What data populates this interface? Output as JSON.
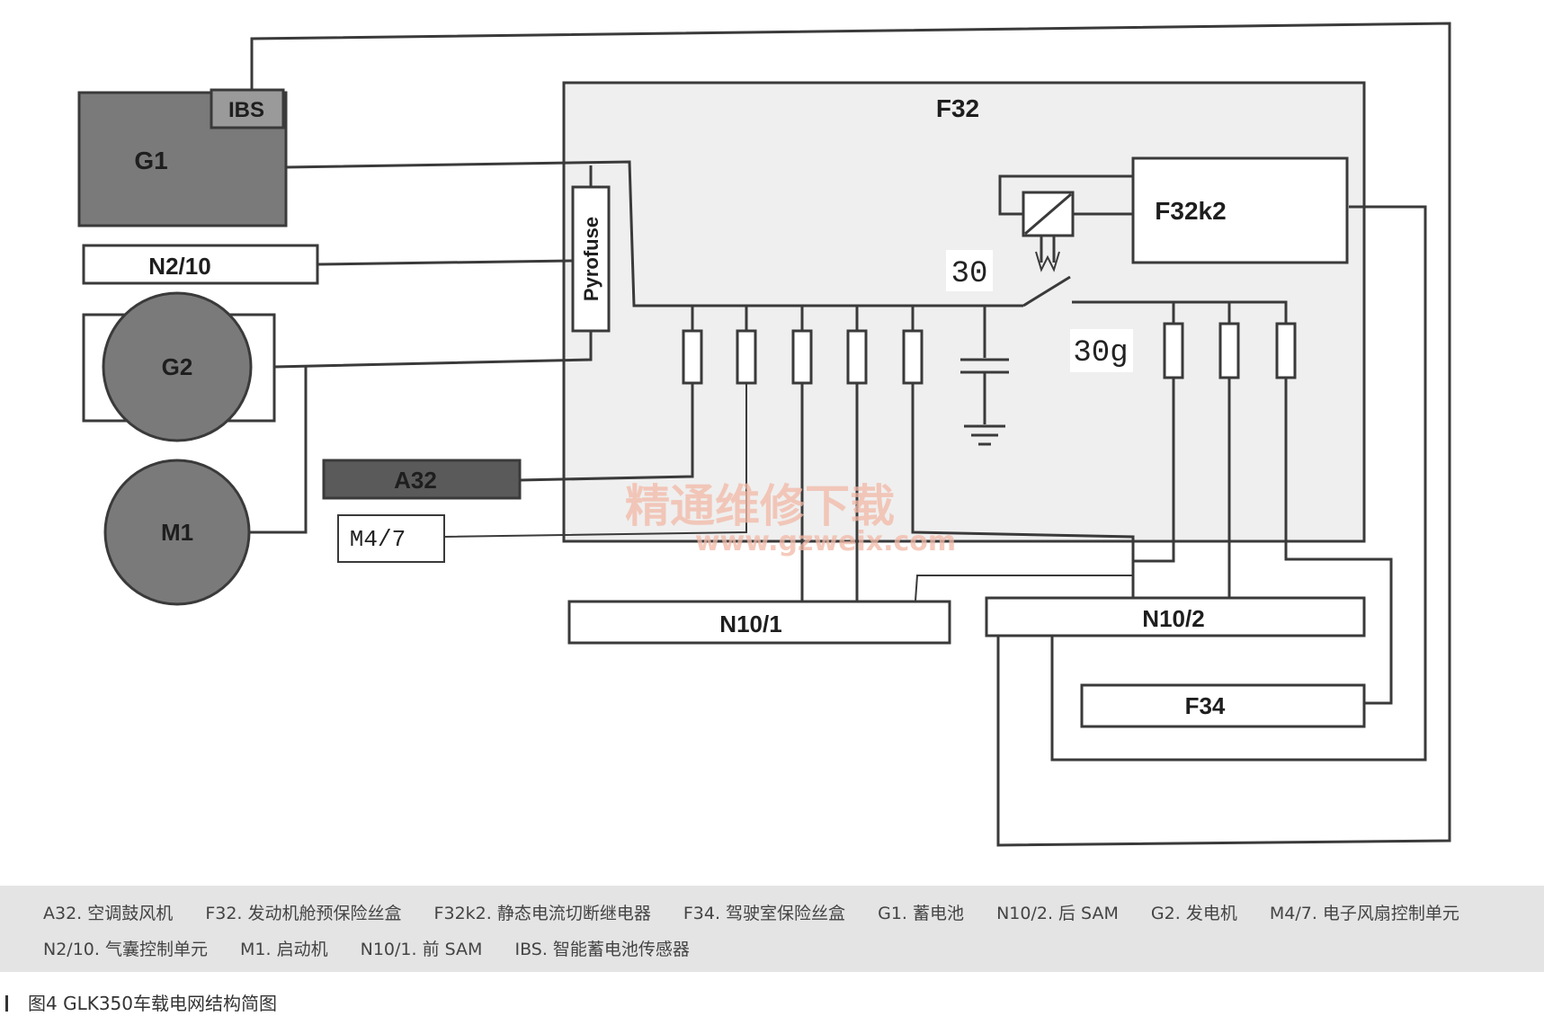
{
  "diagram": {
    "components": {
      "g1": "G1",
      "ibs": "IBS",
      "n2_10": "N2/10",
      "g2": "G2",
      "m1": "M1",
      "a32": "A32",
      "m4_7": "M4/7",
      "f32": "F32",
      "f32k2": "F32k2",
      "pyrofuse": "Pyrofuse",
      "terminal_30": "30",
      "terminal_30g": "30g",
      "n10_1": "N10/1",
      "n10_2": "N10/2",
      "f34": "F34"
    },
    "colors": {
      "wire": "#3a3a3a",
      "battery_fill": "#7a7a7a",
      "generator_fill": "#7a7a7a",
      "a32_fill": "#5a5a5a",
      "f32_fill": "#efefef",
      "legend_bg": "#e4e4e4",
      "watermark": "#f2b9a6"
    }
  },
  "watermark": {
    "text": "精通维修下载",
    "url": "www.gzweix.com"
  },
  "legend": {
    "row1": [
      "A32. 空调鼓风机",
      "F32. 发动机舱预保险丝盒",
      "F32k2. 静态电流切断继电器",
      "F34. 驾驶室保险丝盒",
      "G1. 蓄电池",
      "N10/2. 后 SAM",
      "G2. 发电机",
      "M4/7. 电子风扇控制单元"
    ],
    "row2": [
      "N2/10. 气囊控制单元",
      "M1. 启动机",
      "N10/1. 前 SAM",
      "IBS. 智能蓄电池传感器"
    ]
  },
  "caption": "图4   GLK350车载电网结构简图"
}
